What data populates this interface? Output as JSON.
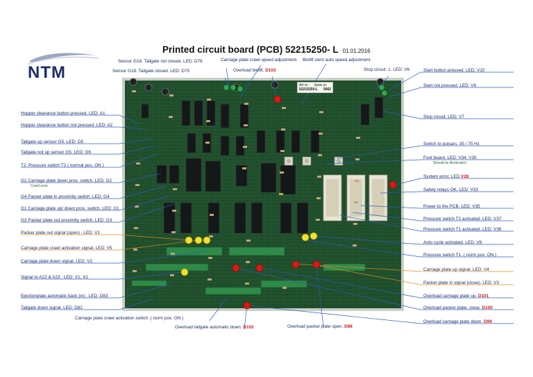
{
  "title": "Printed circuit board (PCB) 52215250- L",
  "date": "01.01.2016",
  "logo": "NTM",
  "sticker": {
    "art_label": "Art nr:",
    "art_value": "52215250-L",
    "serie_label": "Serie nr:",
    "serie_value": "5662"
  },
  "labels_left": [
    {
      "text": "Hopper clearance button  pressed. LED: A1"
    },
    {
      "text": "Hopper clearance button not pressed .LED: A2"
    },
    {
      "text": "Tailgate up sensor G5. LED: G5"
    },
    {
      "text": "Tailgate not up sensor G5. LED: G6"
    },
    {
      "text": "T2. Pressure switch T2 ( normal pos. ON )"
    },
    {
      "text": "G2 Carriage plate down prox. switch. LED: G2",
      "note": "Crawl zone"
    },
    {
      "text": "G4 Packer plate  in  proximity switch. LED: G4"
    },
    {
      "text": "G1 Carriage plate  up/ down prox. switch. LED: G1"
    },
    {
      "text": "G3 Packer plate out  proximity switch. LED: G3"
    },
    {
      "text": "Packer plate out signal (open) . LED: V1"
    },
    {
      "text": "Carriage plate crawl activation signal. LED: V5"
    },
    {
      "text": "Carriage plate down signal. LED: V2"
    },
    {
      "text": "Signal to A22 & A23 . LED: X1, X2"
    },
    {
      "text": "Ejectionplate automatic back (in) . LED: D83"
    },
    {
      "text": "Tailgate down signal. LED: D82"
    }
  ],
  "labels_right": [
    {
      "text": "Start button pressed. LED:  V10"
    },
    {
      "text": "Start not pressed. LED: V9"
    },
    {
      "text": "Stop circuit. LED: V7"
    },
    {
      "text": "Switch to pulsars. 35 / 75 Hz"
    },
    {
      "text": "Foot board. LED: V34, V35",
      "note": "Should be illuminated"
    },
    {
      "text": "System error. LED ",
      "code": "V28"
    },
    {
      "text": "Safety relays OK. LED: V33"
    },
    {
      "text": "Power to the PCB. LED: V35"
    },
    {
      "text": "Pressure switch T2 activated. LED: V37"
    },
    {
      "text": "Pressure switch T1 activated. LED: V36"
    },
    {
      "text": "Auto cycle activated. LED: V8"
    },
    {
      "text": "Pressure switch  T1. ( norm pos. ON )"
    },
    {
      "text": "Carriage plate up signal. LED: V4"
    },
    {
      "text": "Packer plate in signal (close). LED: V3"
    },
    {
      "text": "Overload carriage plate up. ",
      "code": "D101"
    },
    {
      "text": "Overload packer plate. close. ",
      "code": "D100"
    },
    {
      "text": "Overload carriage plate down. ",
      "code": "D99"
    }
  ],
  "labels_top": [
    {
      "text": "Sensor G18. Tailgate not closed. LED: D76"
    },
    {
      "text": "Sensor G18. Tailgate closed. LED: D75"
    },
    {
      "text": "Carriage plate crawl speed adjustment."
    },
    {
      "text": "Overload binlift. ",
      "code": "D103"
    },
    {
      "text": "Binlift semi auto speed adjustment."
    },
    {
      "text": "Stop circuit.  1. LED: V6"
    }
  ],
  "labels_bottom": [
    {
      "text": "Carriage plate crawl activation switch. ( norm pos. ON )"
    },
    {
      "text": "Overload tailgate automatic down. ",
      "code": "D102"
    },
    {
      "text": "Overload packer plate open. ",
      "code": "D98"
    }
  ],
  "colors": {
    "label_text": "#1b2a63",
    "overload_code": "#d01818",
    "leader_blue": "#2d5bc7",
    "leader_orange": "#e08a1e",
    "led_red": "#e01616",
    "led_yellow": "#f2e02a",
    "pcb_green": "#1f4d2b",
    "logo_blue": "#1b2e66"
  }
}
